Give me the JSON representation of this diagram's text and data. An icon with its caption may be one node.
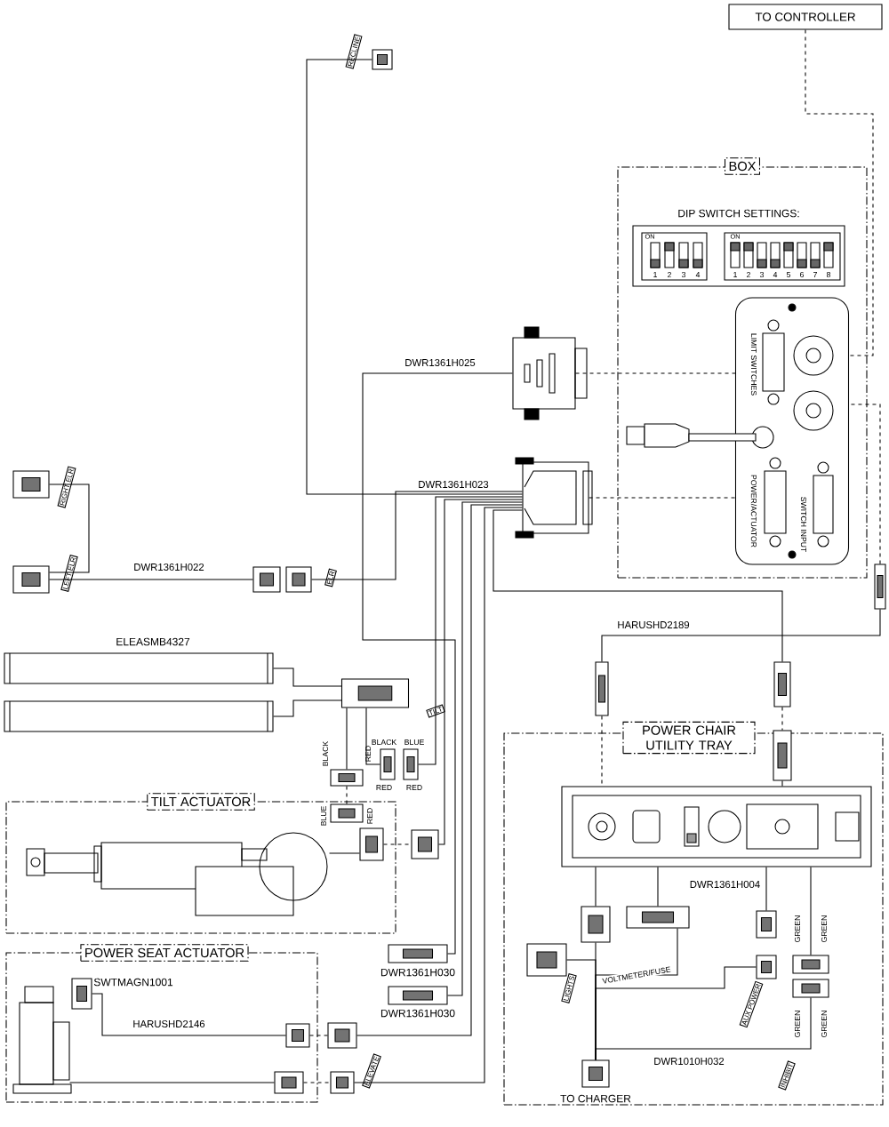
{
  "diagram": {
    "nodes": [
      {
        "text": [
          "TO CONTROLLER"
        ]
      },
      {
        "text": [
          "BOX"
        ]
      },
      {
        "text": [
          "DIP SWITCH SETTINGS:"
        ],
        "in": 1
      },
      {
        "text": [
          "LIMIT SWITCHES",
          "POWER/ACTUATOR",
          "SWITCH INPUT"
        ],
        "in": 1
      },
      {
        "text": [
          "TILT ACTUATOR"
        ]
      },
      {
        "text": [
          "POWER SEAT ACTUATOR"
        ]
      },
      {
        "text": [
          "POWER CHAIR UTILITY TRAY"
        ]
      },
      {
        "text": [],
        "shape": "box",
        "in": 6
      },
      {
        "text": [],
        "shape": "box",
        "beside": [
          "RECLINE"
        ]
      },
      {
        "text": [],
        "shape": "box"
      },
      {
        "text": [],
        "shape": "box"
      },
      {
        "text": [],
        "shape": "box",
        "beside": [
          "RIGHT ELR"
        ]
      },
      {
        "text": [],
        "shape": "box",
        "beside": [
          "LEFT ELR"
        ]
      },
      {
        "text": [],
        "shape": "box"
      },
      {
        "text": [],
        "shape": "box",
        "beside": [
          "ELR"
        ]
      },
      {
        "text": [
          "ELEASMB4327"
        ]
      },
      {
        "text": [],
        "shape": "bar"
      },
      {
        "text": [],
        "shape": "box"
      },
      {
        "text": [],
        "shape": "box",
        "beside": [
          "BLACK",
          "RED"
        ]
      },
      {
        "text": [],
        "shape": "box",
        "beside": [
          "BLUE",
          "RED",
          "TILT"
        ]
      },
      {
        "text": [],
        "shape": "box",
        "beside": [
          "BLACK",
          "RED"
        ]
      },
      {
        "text": [],
        "shape": "box",
        "in": 4,
        "beside": [
          "BLUE",
          "RED"
        ]
      },
      {
        "text": [],
        "shape": "picture",
        "in": 4
      },
      {
        "text": [],
        "shape": "box",
        "in": 4
      },
      {
        "text": [],
        "shape": "box"
      },
      {
        "text": [],
        "shape": "box",
        "beside": [
          "DWR1361H030"
        ]
      },
      {
        "text": [],
        "shape": "box",
        "beside": [
          "DWR1361H030"
        ]
      },
      {
        "text": [],
        "shape": "picture",
        "in": 5
      },
      {
        "text": [],
        "shape": "box",
        "in": 5,
        "beside": [
          "SWTMAGN1001"
        ]
      },
      {
        "text": [],
        "shape": "box",
        "in": 5
      },
      {
        "text": [],
        "shape": "box"
      },
      {
        "text": [],
        "shape": "box",
        "in": 5
      },
      {
        "text": [],
        "shape": "box",
        "beside": [
          "ELEVATE"
        ]
      },
      {
        "text": [],
        "shape": "box"
      },
      {
        "text": [],
        "shape": "box"
      },
      {
        "text": [],
        "shape": "box"
      },
      {
        "text": [],
        "shape": "box",
        "in": 6
      },
      {
        "text": [
          "TO CHARGER"
        ],
        "in": 6
      },
      {
        "text": [],
        "shape": "box",
        "in": 6,
        "beside": [
          "LIGHTS"
        ]
      },
      {
        "text": [],
        "shape": "box",
        "in": 6
      },
      {
        "text": [],
        "shape": "box",
        "in": 6,
        "beside": [
          "AUX POWER"
        ]
      },
      {
        "text": [],
        "shape": "box",
        "in": 6
      },
      {
        "text": [],
        "shape": "box",
        "in": 6,
        "beside": [
          "GREEN",
          "GREEN"
        ]
      },
      {
        "text": [],
        "shape": "box",
        "in": 6,
        "beside": [
          "GREEN",
          "GREEN",
          "INHIBIT"
        ]
      },
      {
        "text": [],
        "shape": "box",
        "in": 6
      }
    ],
    "edges": [
      {
        "from": 0,
        "to": 3,
        "arrow": "none",
        "style": "dashed"
      },
      {
        "from": 8,
        "to": 10,
        "arrow": "none"
      },
      {
        "from": 9,
        "to": 25,
        "arrow": "none",
        "label": "DWR1361H025"
      },
      {
        "from": 10,
        "to": 19,
        "arrow": "none",
        "label": "DWR1361H023"
      },
      {
        "from": 10,
        "to": 24,
        "arrow": "none"
      },
      {
        "from": 10,
        "to": 26,
        "arrow": "none"
      },
      {
        "from": 10,
        "to": 30,
        "arrow": "none"
      },
      {
        "from": 10,
        "to": 32,
        "arrow": "none"
      },
      {
        "from": 10,
        "to": 34,
        "arrow": "none"
      },
      {
        "from": 9,
        "to": 3,
        "arrow": "none",
        "style": "dashed"
      },
      {
        "from": 10,
        "to": 3,
        "arrow": "none",
        "style": "dashed"
      },
      {
        "from": 11,
        "to": 12,
        "arrow": "none"
      },
      {
        "from": 12,
        "to": 13,
        "arrow": "none",
        "label": "DWR1361H022"
      },
      {
        "from": 14,
        "to": 10,
        "arrow": "none"
      },
      {
        "from": 17,
        "to": 15,
        "arrow": "none"
      },
      {
        "from": 17,
        "to": 16,
        "arrow": "none"
      },
      {
        "from": 17,
        "to": 18,
        "arrow": "none"
      },
      {
        "from": 17,
        "to": 20,
        "arrow": "none"
      },
      {
        "from": 20,
        "to": 21,
        "arrow": "none",
        "style": "dashed"
      },
      {
        "from": 22,
        "to": 23,
        "arrow": "none"
      },
      {
        "from": 23,
        "to": 24,
        "arrow": "none",
        "style": "dashed"
      },
      {
        "from": 28,
        "to": 29,
        "arrow": "none",
        "label": "HARUSHD2146"
      },
      {
        "from": 29,
        "to": 30,
        "arrow": "none",
        "style": "dashed"
      },
      {
        "from": 27,
        "to": 31,
        "arrow": "none"
      },
      {
        "from": 31,
        "to": 32,
        "arrow": "none",
        "style": "dashed"
      },
      {
        "from": 33,
        "to": 35,
        "arrow": "none",
        "label": "HARUSHD2189"
      },
      {
        "from": 35,
        "to": 3,
        "arrow": "none",
        "style": "dashed"
      },
      {
        "from": 33,
        "to": 7,
        "arrow": "none",
        "style": "dashed"
      },
      {
        "from": 34,
        "to": 36,
        "arrow": "none",
        "style": "dashed"
      },
      {
        "from": 36,
        "to": 7,
        "arrow": "none"
      },
      {
        "from": 7,
        "to": 44,
        "arrow": "none"
      },
      {
        "from": 44,
        "to": 37,
        "arrow": "none"
      },
      {
        "from": 37,
        "to": 38,
        "arrow": "none"
      },
      {
        "from": 37,
        "to": 39,
        "arrow": "none",
        "label": "VOLTMETER/FUSE"
      },
      {
        "from": 37,
        "to": 40,
        "arrow": "none"
      },
      {
        "from": 37,
        "to": 43,
        "arrow": "none",
        "label": "DWR1010H032"
      },
      {
        "from": 7,
        "to": 39,
        "arrow": "none"
      },
      {
        "from": 7,
        "to": 41,
        "arrow": "none",
        "label": "DWR1361H004"
      },
      {
        "from": 7,
        "to": 42,
        "arrow": "none"
      }
    ],
    "labels": [
      "ON",
      "1",
      "2",
      "3",
      "4",
      "ON",
      "1",
      "2",
      "3",
      "4",
      "5",
      "6",
      "7",
      "8"
    ]
  }
}
